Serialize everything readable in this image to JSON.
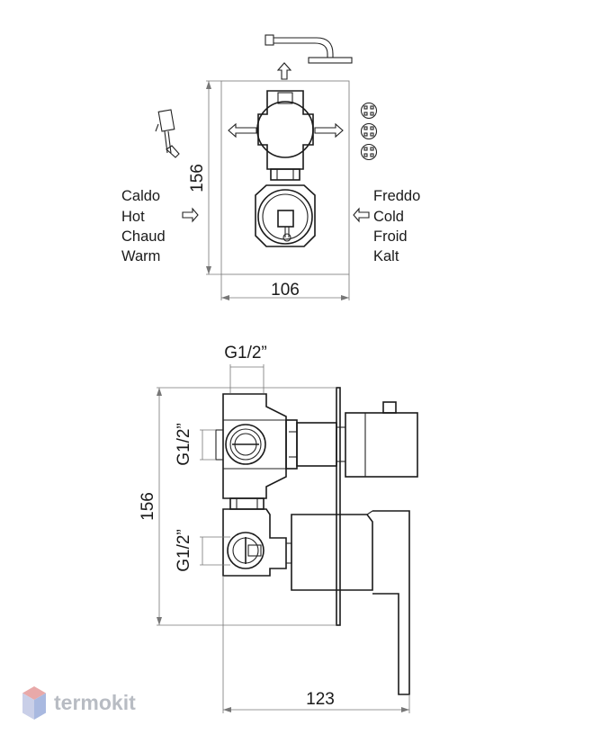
{
  "front_view": {
    "width_dim": "106",
    "height_dim": "156",
    "hot_labels": [
      "Caldo",
      "Hot",
      "Chaud",
      "Warm"
    ],
    "cold_labels": [
      "Freddo",
      "Cold",
      "Froid",
      "Kalt"
    ]
  },
  "side_view": {
    "thread_top": "G1/2”",
    "thread_upper": "G1/2”",
    "thread_lower": "G1/2”",
    "height_dim": "156",
    "depth_dim": "123"
  },
  "watermark": {
    "brand": "termokit",
    "colors": {
      "hex_top": "#e8a9a9",
      "hex_side": "#a9b9e0",
      "text": "#b8bcc3"
    }
  },
  "icons": [
    "overhead-shower-icon",
    "hand-shower-icon",
    "body-jets-icon",
    "flow-arrow-icon"
  ]
}
